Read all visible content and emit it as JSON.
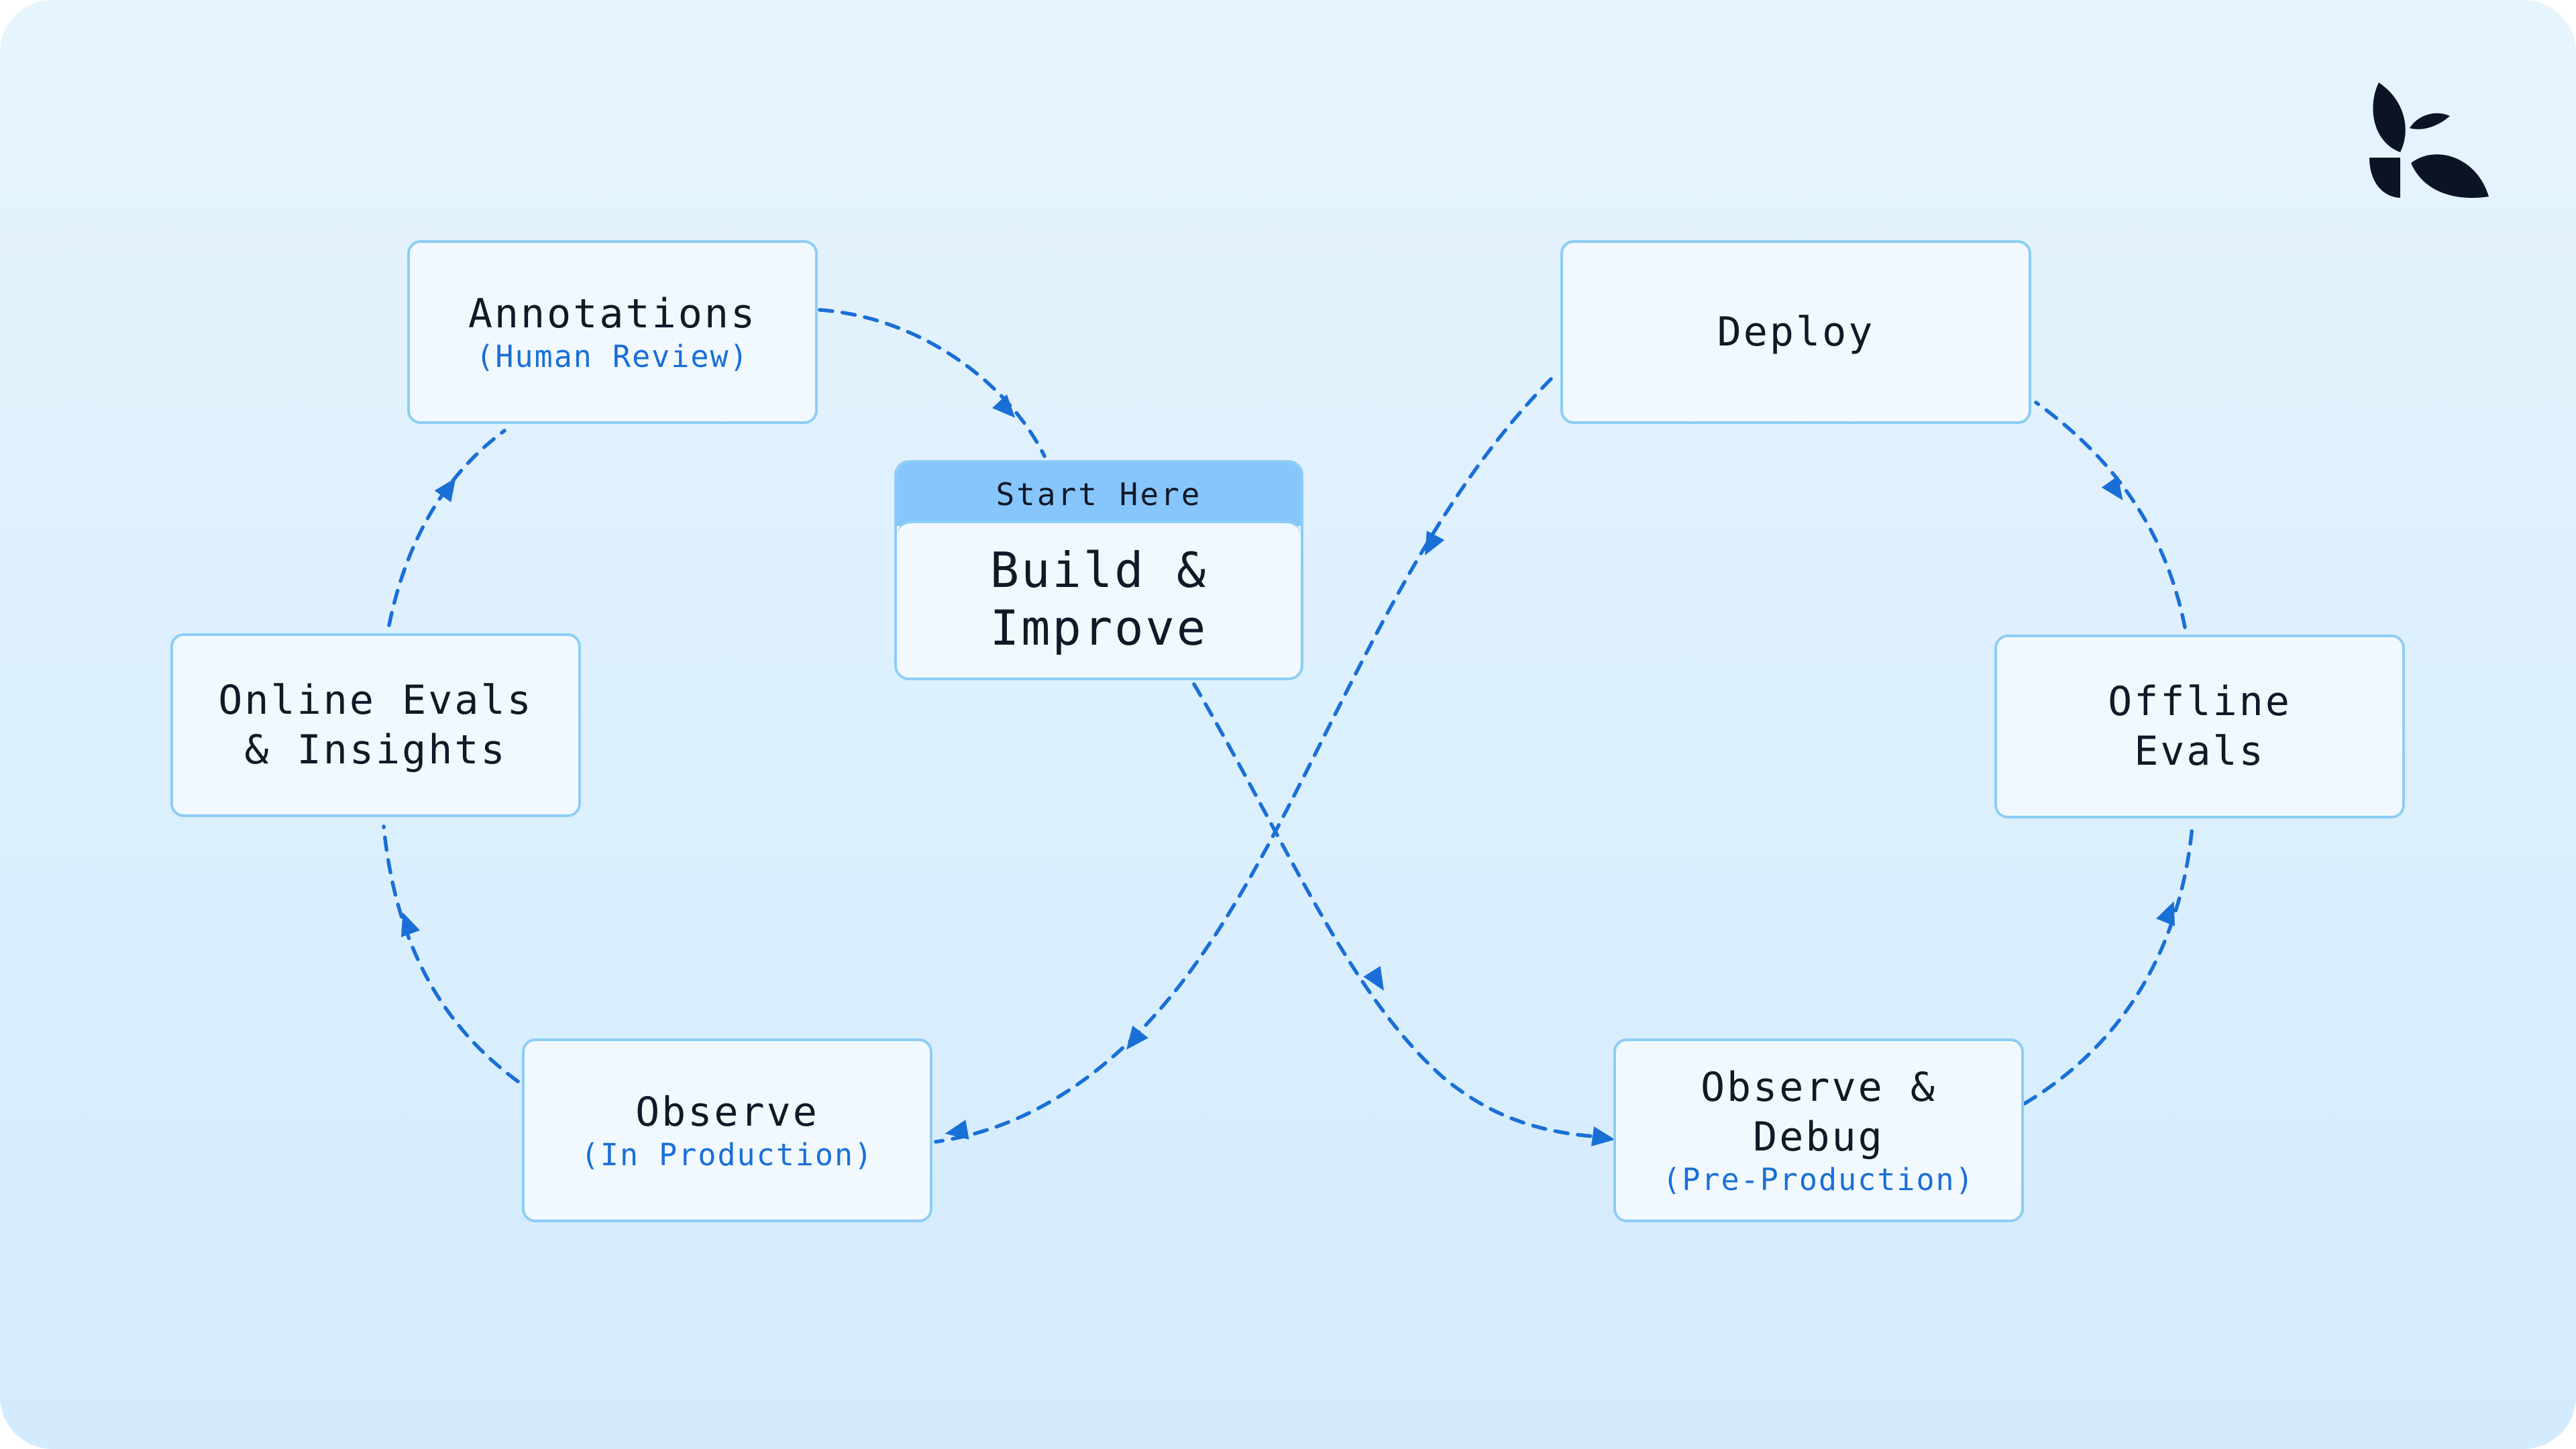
{
  "colors": {
    "arrow": "#1a6fd6",
    "node_border": "#8ccdf5",
    "node_fill": "#f1f9fe",
    "start_tab": "#86c6fc",
    "subtitle": "#1a6fd6",
    "logo": "#0b1324"
  },
  "logo": {
    "icon": "petal-logo-icon"
  },
  "start": {
    "tab_label": "Start Here",
    "title": "Build &\nImprove"
  },
  "nodes": {
    "annotations": {
      "title": "Annotations",
      "subtitle": "(Human Review)"
    },
    "online_evals": {
      "title": "Online Evals\n& Insights"
    },
    "observe_prod": {
      "title": "Observe",
      "subtitle": "(In Production)"
    },
    "deploy": {
      "title": "Deploy"
    },
    "offline_evals": {
      "title": "Offline\nEvals"
    },
    "observe_debug": {
      "title": "Observe &\nDebug",
      "subtitle": "(Pre-Production)"
    }
  }
}
